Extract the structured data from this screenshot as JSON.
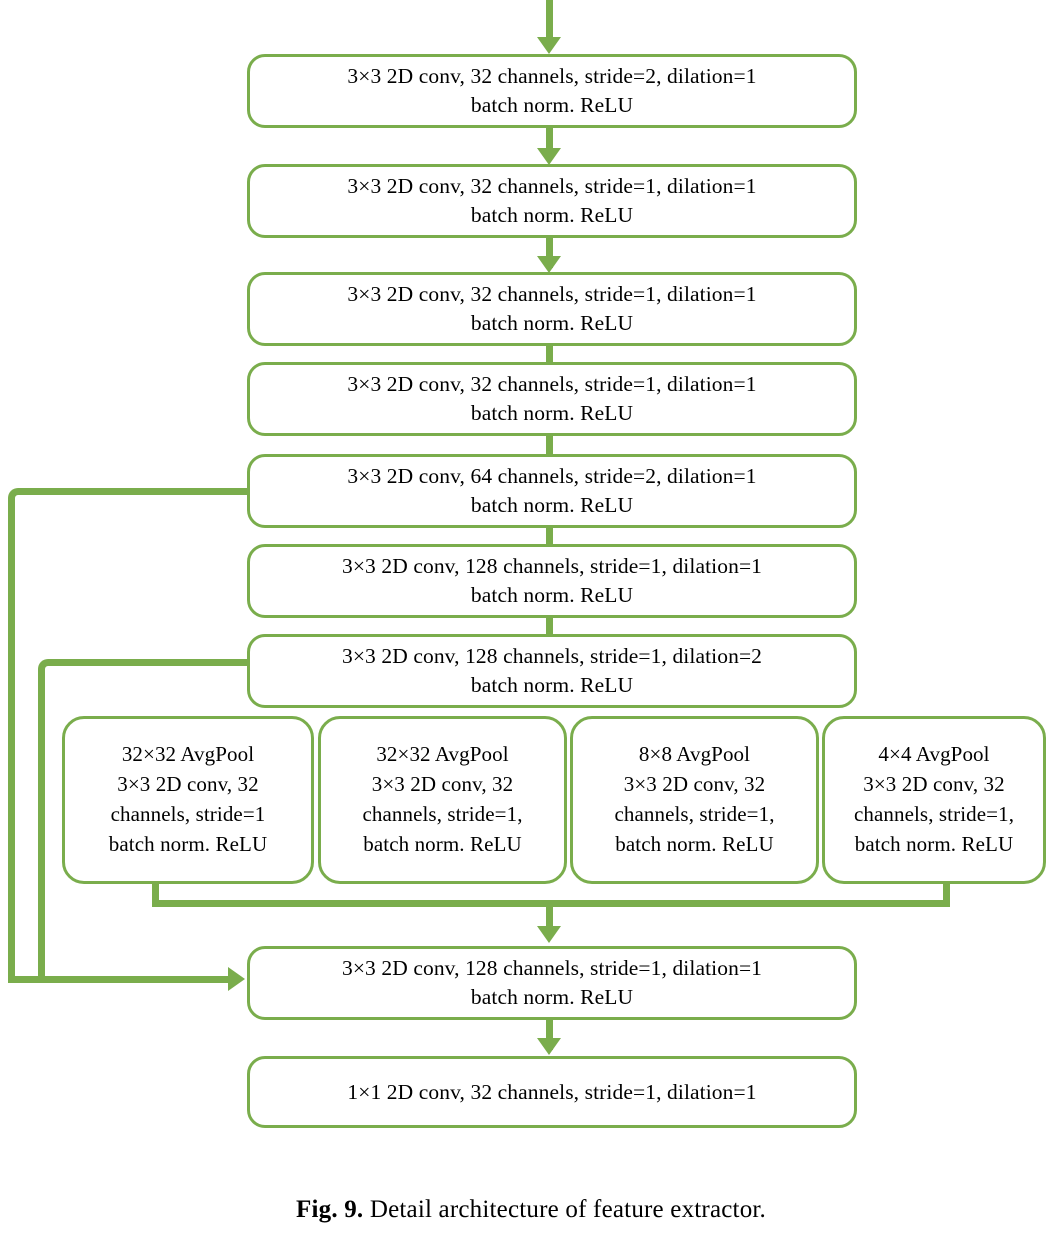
{
  "figure": {
    "caption_label": "Fig. 9.",
    "caption_text": "Detail architecture of feature extractor.",
    "accent_color": "#7aad4c",
    "background_color": "#ffffff",
    "text_color": "#000000"
  },
  "diagram": {
    "type": "flowchart",
    "title": "Detail architecture of feature extractor",
    "trunk_nodes": [
      {
        "id": "conv1",
        "line1": "3×3 2D conv, 32 channels, stride=2, dilation=1",
        "line2": "batch norm. ReLU"
      },
      {
        "id": "conv2",
        "line1": "3×3 2D conv, 32 channels, stride=1, dilation=1",
        "line2": "batch norm. ReLU"
      },
      {
        "id": "conv3",
        "line1": "3×3 2D conv, 32 channels, stride=1, dilation=1",
        "line2": "batch norm. ReLU"
      },
      {
        "id": "conv4",
        "line1": "3×3 2D conv, 32 channels, stride=1, dilation=1",
        "line2": "batch norm. ReLU"
      },
      {
        "id": "conv5",
        "line1": "3×3 2D conv, 64 channels, stride=2, dilation=1",
        "line2": "batch norm. ReLU"
      },
      {
        "id": "conv6",
        "line1": "3×3 2D conv, 128 channels, stride=1, dilation=1",
        "line2": "batch norm. ReLU"
      },
      {
        "id": "conv7",
        "line1": "3×3 2D conv, 128 channels, stride=1, dilation=2",
        "line2": "batch norm. ReLU"
      }
    ],
    "pool_nodes": [
      {
        "id": "pool-32a",
        "line1": "32×32 AvgPool",
        "line2": "3×3 2D conv, 32",
        "line3": "channels, stride=1",
        "line4": "batch norm. ReLU"
      },
      {
        "id": "pool-32b",
        "line1": "32×32 AvgPool",
        "line2": "3×3 2D conv, 32",
        "line3": "channels, stride=1,",
        "line4": "batch norm. ReLU"
      },
      {
        "id": "pool-8",
        "line1": "8×8 AvgPool",
        "line2": "3×3 2D conv, 32",
        "line3": "channels, stride=1,",
        "line4": "batch norm. ReLU"
      },
      {
        "id": "pool-4",
        "line1": "4×4 AvgPool",
        "line2": "3×3 2D conv, 32",
        "line3": "channels, stride=1,",
        "line4": "batch norm. ReLU"
      }
    ],
    "tail_nodes": [
      {
        "id": "conv-fuse",
        "line1": "3×3 2D conv, 128 channels, stride=1, dilation=1",
        "line2": "batch norm. ReLU"
      },
      {
        "id": "conv-out",
        "line1": "1×1 2D conv, 32 channels, stride=1, dilation=1",
        "line2": ""
      }
    ]
  }
}
